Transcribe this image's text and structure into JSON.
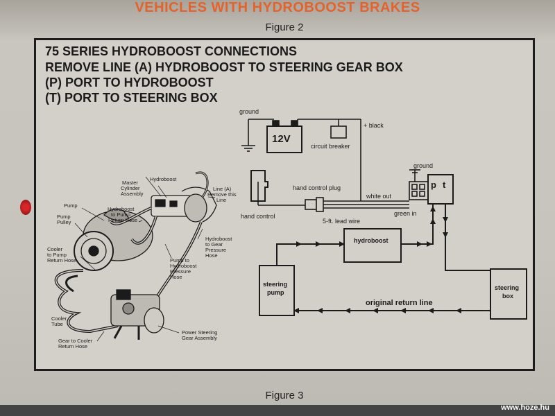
{
  "page": {
    "title": "VEHICLES WITH HYDROBOOST BRAKES",
    "figure_top": "Figure 2",
    "figure_bottom": "Figure 3",
    "watermark": "www.hoze.hu"
  },
  "heading": {
    "line1": "75 SERIES HYDROBOOST CONNECTIONS",
    "line2": "REMOVE LINE (A) HYDROBOOST TO STEERING GEAR BOX",
    "line3": "(P) PORT TO HYDROBOOST",
    "line4": "(T) PORT TO STEERING BOX"
  },
  "engine_labels": {
    "hydroboost": "Hydroboost",
    "master_cyl_1": "Master",
    "master_cyl_2": "Cylinder",
    "master_cyl_3": "Assembly",
    "line_a_1": "Line (A)",
    "line_a_2": "Remove this",
    "line_a_3": "Line",
    "pump": "Pump",
    "hb_pump_ret_1": "Hydroboost",
    "hb_pump_ret_2": "to Pump",
    "hb_pump_ret_3": "Return Hose",
    "pump_pulley_1": "Pump",
    "pump_pulley_2": "Pulley",
    "hb_gear_1": "Hydroboost",
    "hb_gear_2": "to Gear",
    "hb_gear_3": "Pressure",
    "hb_gear_4": "Hose",
    "cooler_ret_1": "Cooler",
    "cooler_ret_2": "to Pump",
    "cooler_ret_3": "Return Hose",
    "pump_hb_1": "Pump to",
    "pump_hb_2": "Hydroboost",
    "pump_hb_3": "Pressure",
    "pump_hb_4": "Hose",
    "cooler_tube_1": "Cooler",
    "cooler_tube_2": "Tube",
    "psg_1": "Power Steering",
    "psg_2": "Gear Assembly",
    "gear_cooler_1": "Gear to Cooler",
    "gear_cooler_2": "Return Hose"
  },
  "schematic": {
    "ground_top": "ground",
    "battery": "12V",
    "plus_black": "+ black",
    "circuit_breaker": "circuit breaker",
    "hand_control_plug": "hand control plug",
    "ground_right": "ground",
    "valve_p": "p",
    "valve_t": "t",
    "white_out": "white out",
    "green_in": "green in",
    "hand_control": "hand control",
    "lead_wire": "5-ft. lead wire",
    "hydroboost": "hydroboost",
    "steering_pump_1": "steering",
    "steering_pump_2": "pump",
    "steering_box_1": "steering",
    "steering_box_2": "box",
    "original_return": "original return line"
  }
}
